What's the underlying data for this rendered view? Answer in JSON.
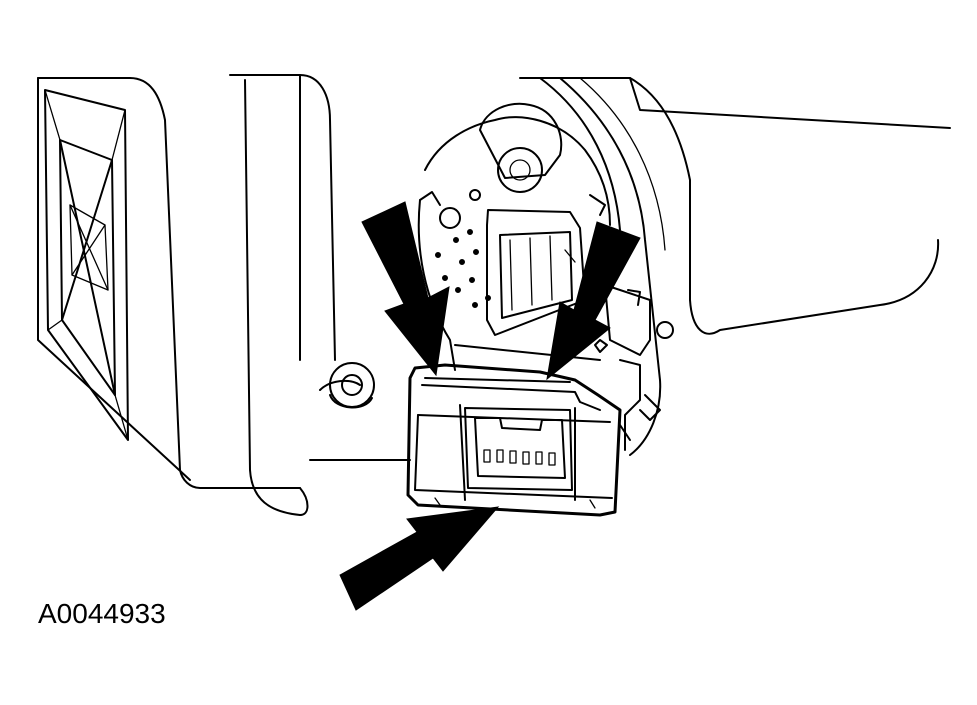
{
  "figure": {
    "id_label": "A0044933",
    "line_color": "#000000",
    "background_color": "#ffffff"
  },
  "callouts": [
    {
      "name": "arrow-top-left",
      "direction": "down-right"
    },
    {
      "name": "arrow-top-right",
      "direction": "down-left"
    },
    {
      "name": "arrow-bottom",
      "direction": "up-right"
    }
  ]
}
